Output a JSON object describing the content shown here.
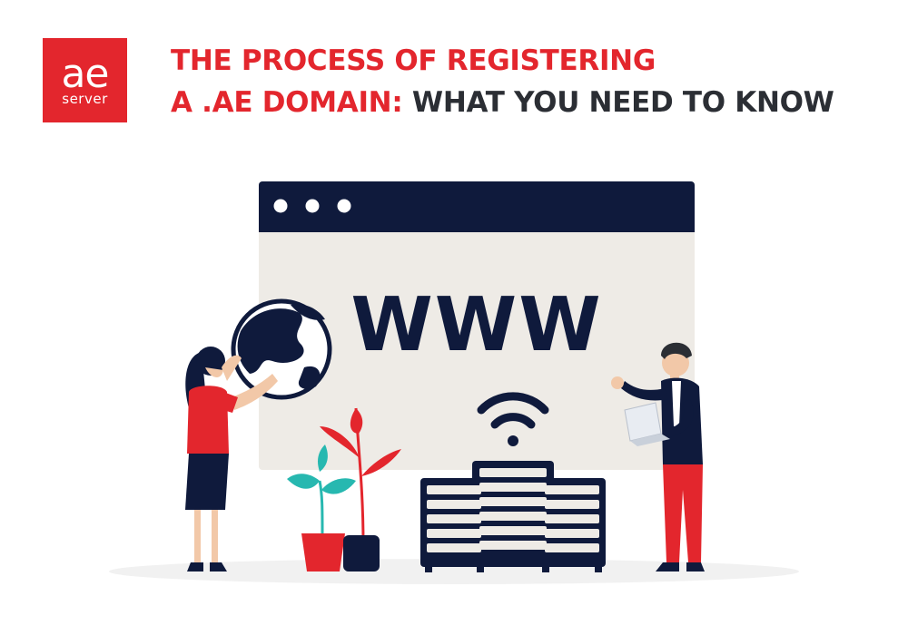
{
  "brand": {
    "logo_top": "ae",
    "logo_bottom": "server",
    "color": "#e3262d"
  },
  "headline": {
    "line1": "THE PROCESS OF REGISTERING",
    "line2_highlight": "A .AE DOMAIN:",
    "line2_rest": " WHAT YOU NEED TO KNOW"
  },
  "illustration": {
    "window_label": "WWW",
    "icons": [
      "browser-window-icon",
      "globe-icon",
      "wifi-icon",
      "server-rack-icon",
      "plant-icon",
      "laptop-icon"
    ],
    "colors": {
      "navy": "#0f1a3c",
      "window_bg": "#eeebe6",
      "red": "#e3262d",
      "teal": "#27b8b0"
    }
  }
}
